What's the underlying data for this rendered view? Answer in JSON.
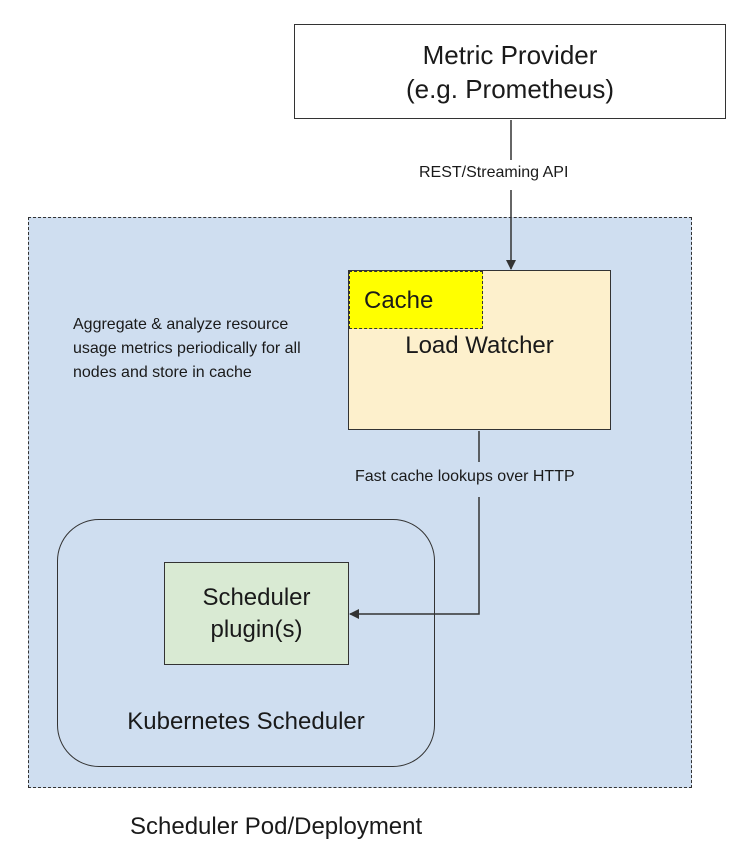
{
  "metric_provider": {
    "line1": "Metric Provider",
    "line2": "(e.g. Prometheus)"
  },
  "edges": {
    "rest_label": "REST/Streaming API",
    "fast_label": "Fast cache lookups over HTTP"
  },
  "load_watcher": {
    "label": "Load Watcher",
    "cache_label": "Cache"
  },
  "note": "Aggregate & analyze resource usage metrics periodically for all nodes and store in cache",
  "scheduler": {
    "label": "Kubernetes Scheduler",
    "plugin_line1": "Scheduler",
    "plugin_line2": "plugin(s)"
  },
  "pod_caption": "Scheduler Pod/Deployment",
  "colors": {
    "pod_region": "#cfdef0",
    "load_watcher": "#fdf0cc",
    "cache": "#ffff00",
    "plugin": "#d9ead3"
  }
}
